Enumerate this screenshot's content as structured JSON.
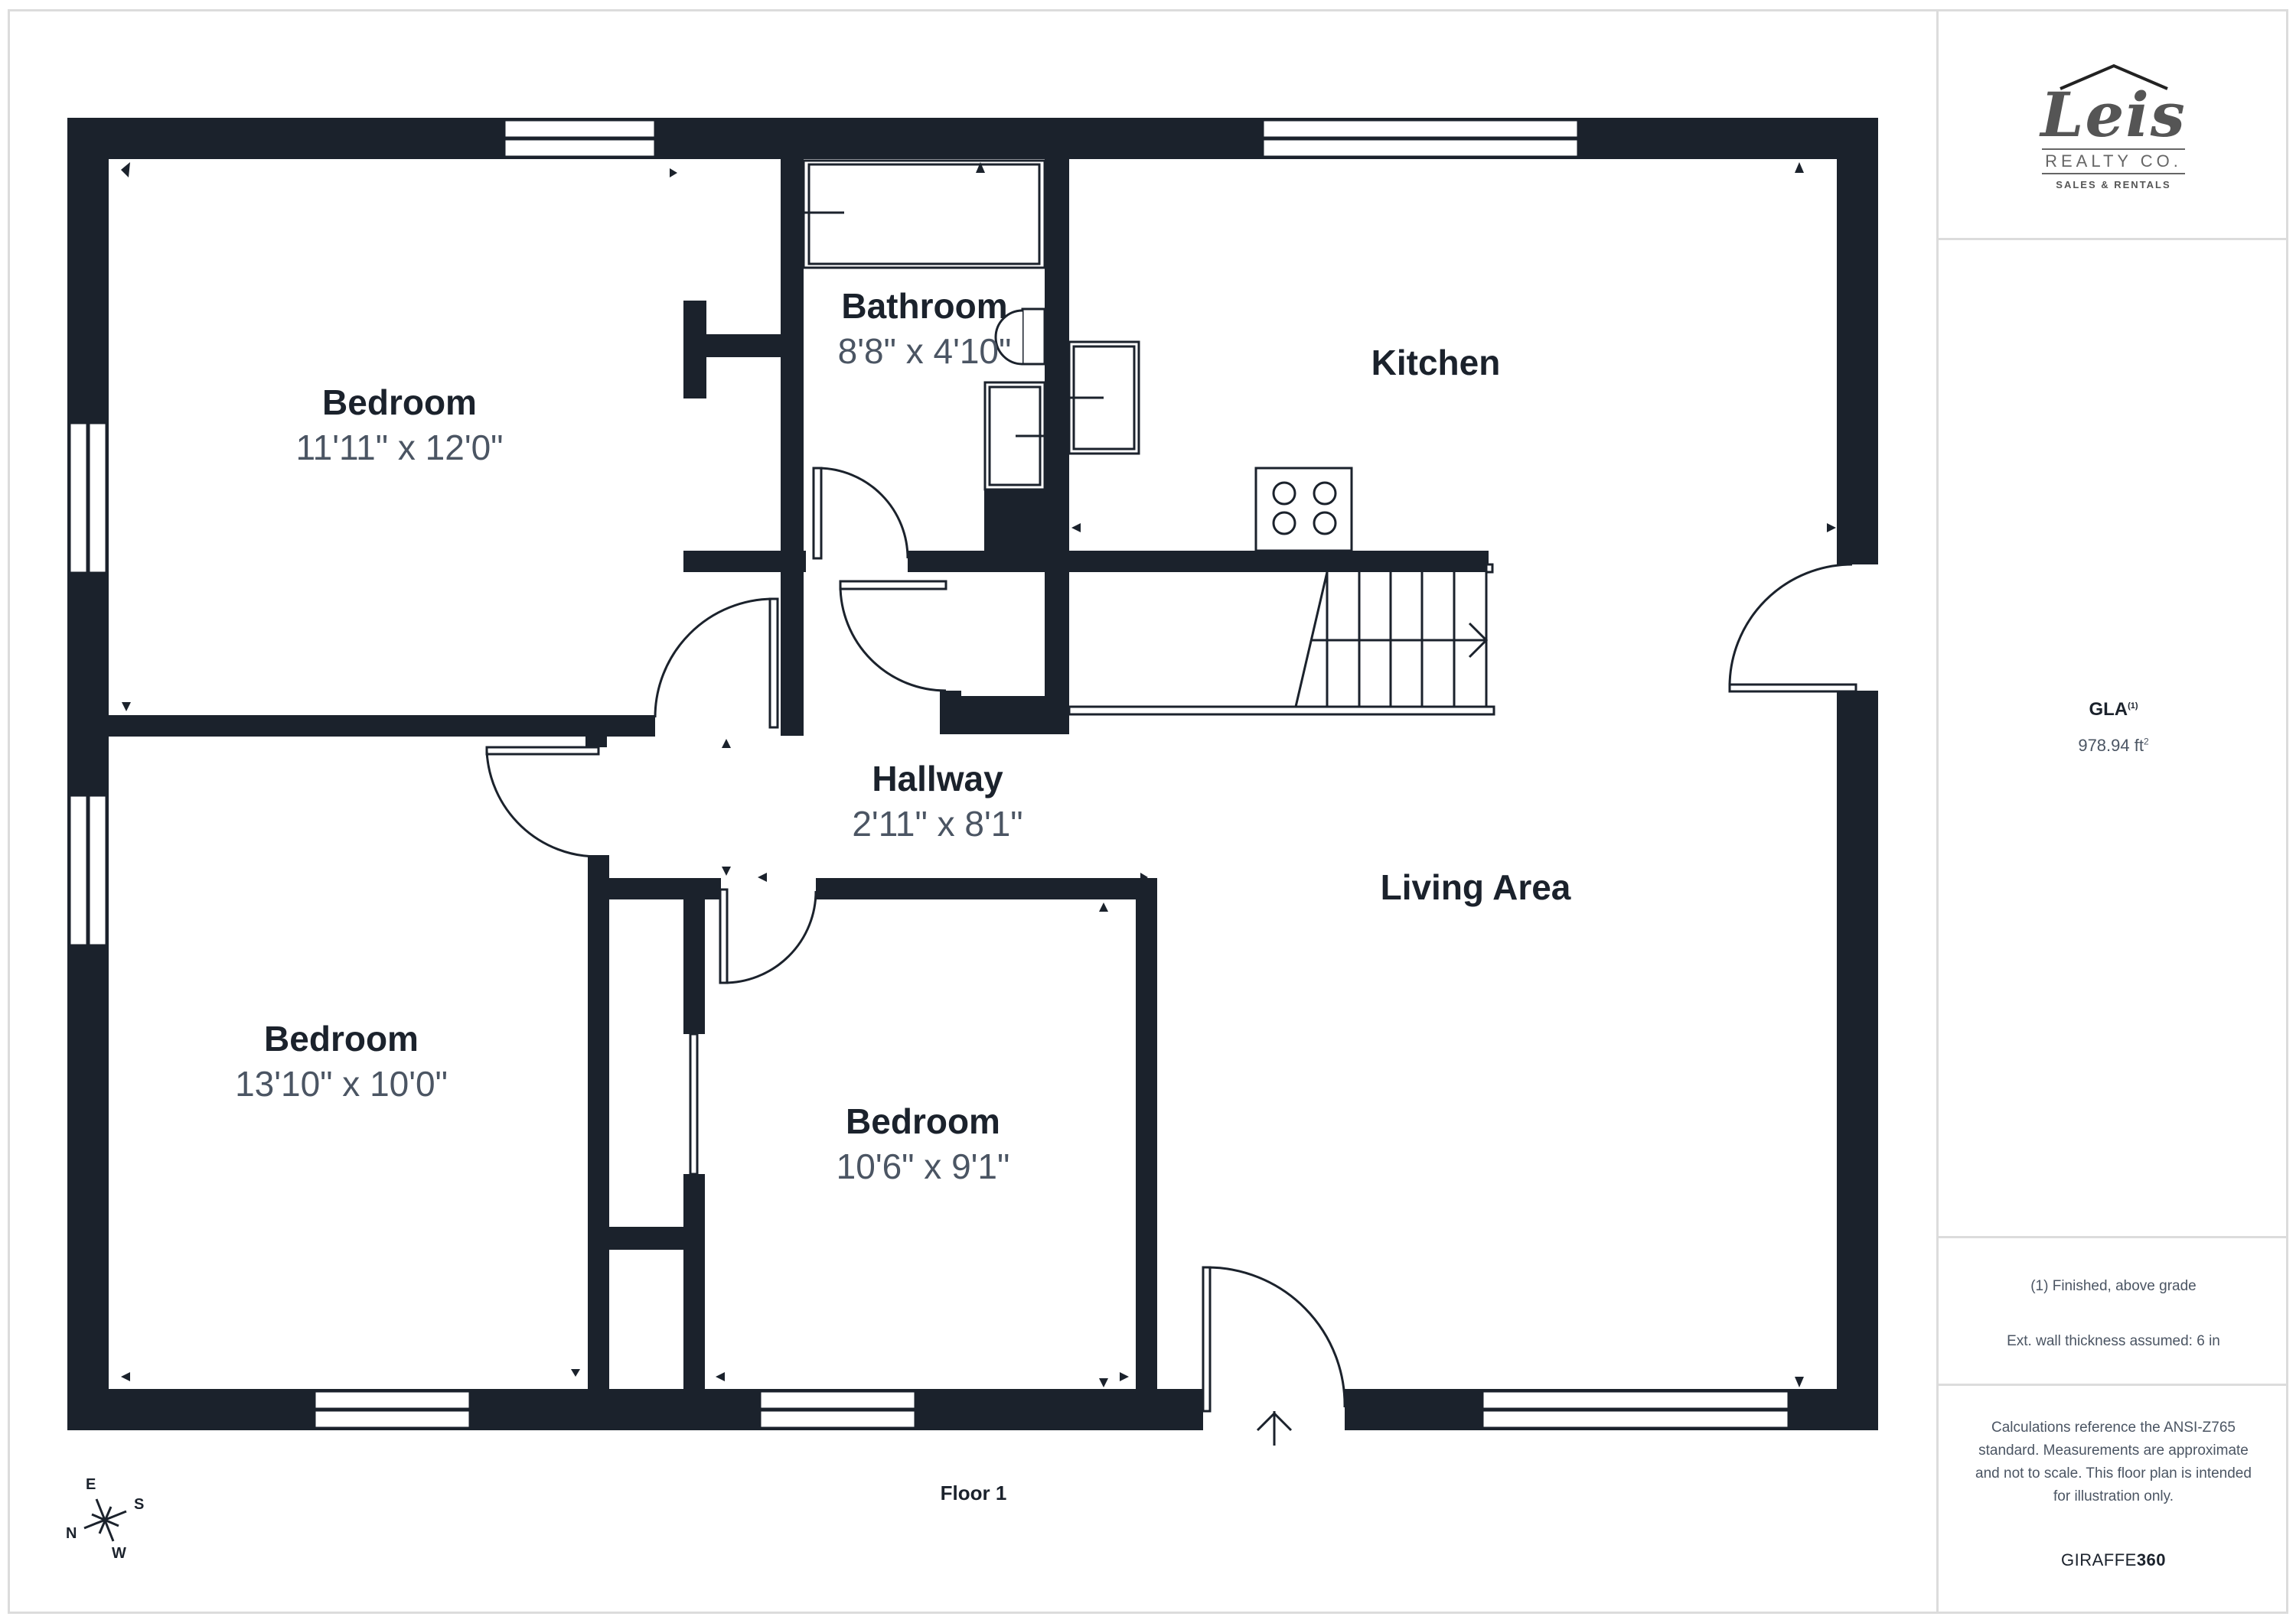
{
  "floor_plan": {
    "floor_label": "Floor 1",
    "colors": {
      "wall": "#1b222c",
      "text_primary": "#1b222c",
      "text_secondary": "#4b5563",
      "divider": "#dcdcdc"
    },
    "rooms": [
      {
        "name": "Bedroom",
        "dimensions": "11'11\" x 12'0\""
      },
      {
        "name": "Bathroom",
        "dimensions": "8'8\" x 4'10\""
      },
      {
        "name": "Kitchen",
        "dimensions": ""
      },
      {
        "name": "Hallway",
        "dimensions": "2'11\" x 8'1\""
      },
      {
        "name": "Living Area",
        "dimensions": ""
      },
      {
        "name": "Bedroom",
        "dimensions": "13'10\" x 10'0\""
      },
      {
        "name": "Bedroom",
        "dimensions": "10'6\" x 9'1\""
      }
    ],
    "compass": {
      "n": "N",
      "e": "E",
      "s": "S",
      "w": "W"
    },
    "fixtures": [
      "bathtub",
      "toilet",
      "sink",
      "stove",
      "stairs",
      "entry-arrow"
    ]
  },
  "sidebar": {
    "logo": {
      "script": "Leis",
      "line1": "REALTY CO.",
      "line2": "SALES & RENTALS"
    },
    "gla": {
      "title": "GLA",
      "footnote_mark": "(1)",
      "value": "978.94 ft",
      "unit_sup": "2"
    },
    "notes": [
      "(1) Finished, above grade",
      "Ext. wall thickness assumed: 6 in"
    ],
    "disclaimer": "Calculations reference the ANSI-Z765 standard. Measurements are approximate and not to scale. This floor plan is intended for illustration only.",
    "brand": {
      "light": "GIRAFFE",
      "bold": "360"
    }
  }
}
